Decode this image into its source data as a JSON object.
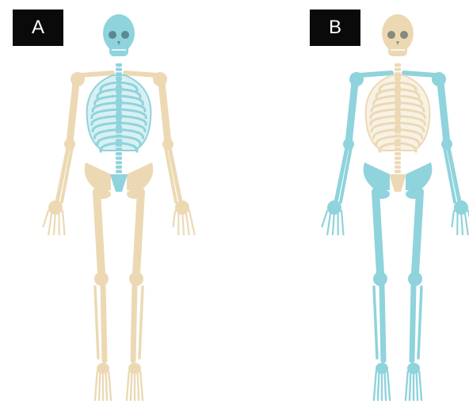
{
  "panels": [
    {
      "label": "A",
      "highlighted_division": "axial",
      "bone_color": "#ecd9b4",
      "highlight_color": "#8fd3dc"
    },
    {
      "label": "B",
      "highlighted_division": "appendicular",
      "bone_color": "#ecd9b4",
      "highlight_color": "#8fd3dc"
    }
  ],
  "colors": {
    "background": "#ffffff",
    "label_box": "#0a0a0a",
    "label_text": "#ffffff",
    "bone_outline_tan": "#c9ab7a",
    "bone_outline_blue": "#4fb0bd"
  },
  "icons": [
    "skeleton-axial-highlight",
    "skeleton-appendicular-highlight"
  ]
}
